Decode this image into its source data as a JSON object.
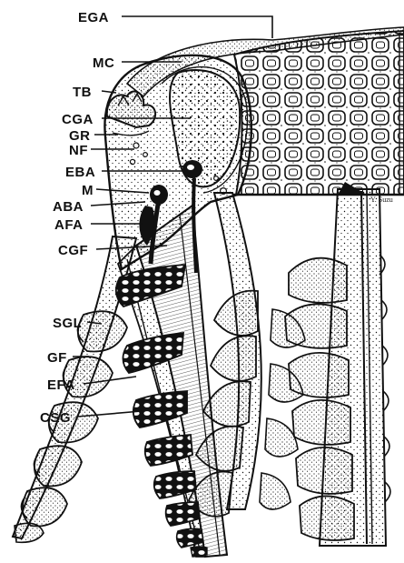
{
  "labels": {
    "ega": "EGA",
    "mc": "MC",
    "tb": "TB",
    "cga": "CGA",
    "gr": "GR",
    "nf": "NF",
    "eba": "EBA",
    "m": "M",
    "aba": "ABA",
    "afa": "AFA",
    "cgf": "CGF",
    "sgl": "SGL",
    "gf": "GF",
    "efa": "EFA",
    "csg": "CSG"
  },
  "signature": "Y. Suzu",
  "colors": {
    "ink": "#111111",
    "background": "#ffffff"
  }
}
